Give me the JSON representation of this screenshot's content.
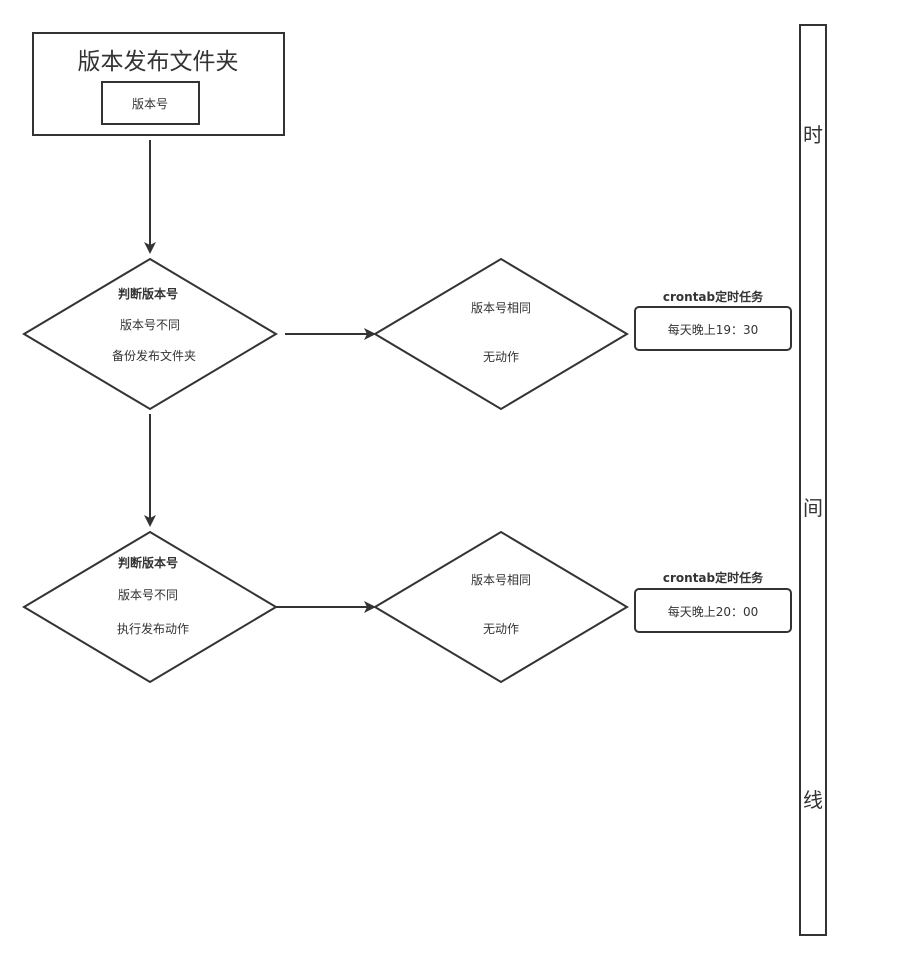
{
  "start_box": {
    "title": "版本发布文件夹",
    "inner_label": "版本号"
  },
  "backup_diamond": {
    "title": "判断版本号",
    "line1": "版本号不同",
    "line2": "备份发布文件夹"
  },
  "backup_same_diamond": {
    "line1": "版本号相同",
    "line2": "无动作"
  },
  "backup_cron": {
    "title": "crontab定时任务",
    "time": "每天晚上19：30"
  },
  "release_diamond": {
    "title": "判断版本号",
    "line1": "版本号不同",
    "line2": "执行发布动作"
  },
  "release_same_diamond": {
    "line1": "版本号相同",
    "line2": "无动作"
  },
  "release_cron": {
    "title": "crontab定时任务",
    "time": "每天晚上20：00"
  },
  "timeline": {
    "chars": [
      "时",
      "间",
      "线"
    ]
  }
}
